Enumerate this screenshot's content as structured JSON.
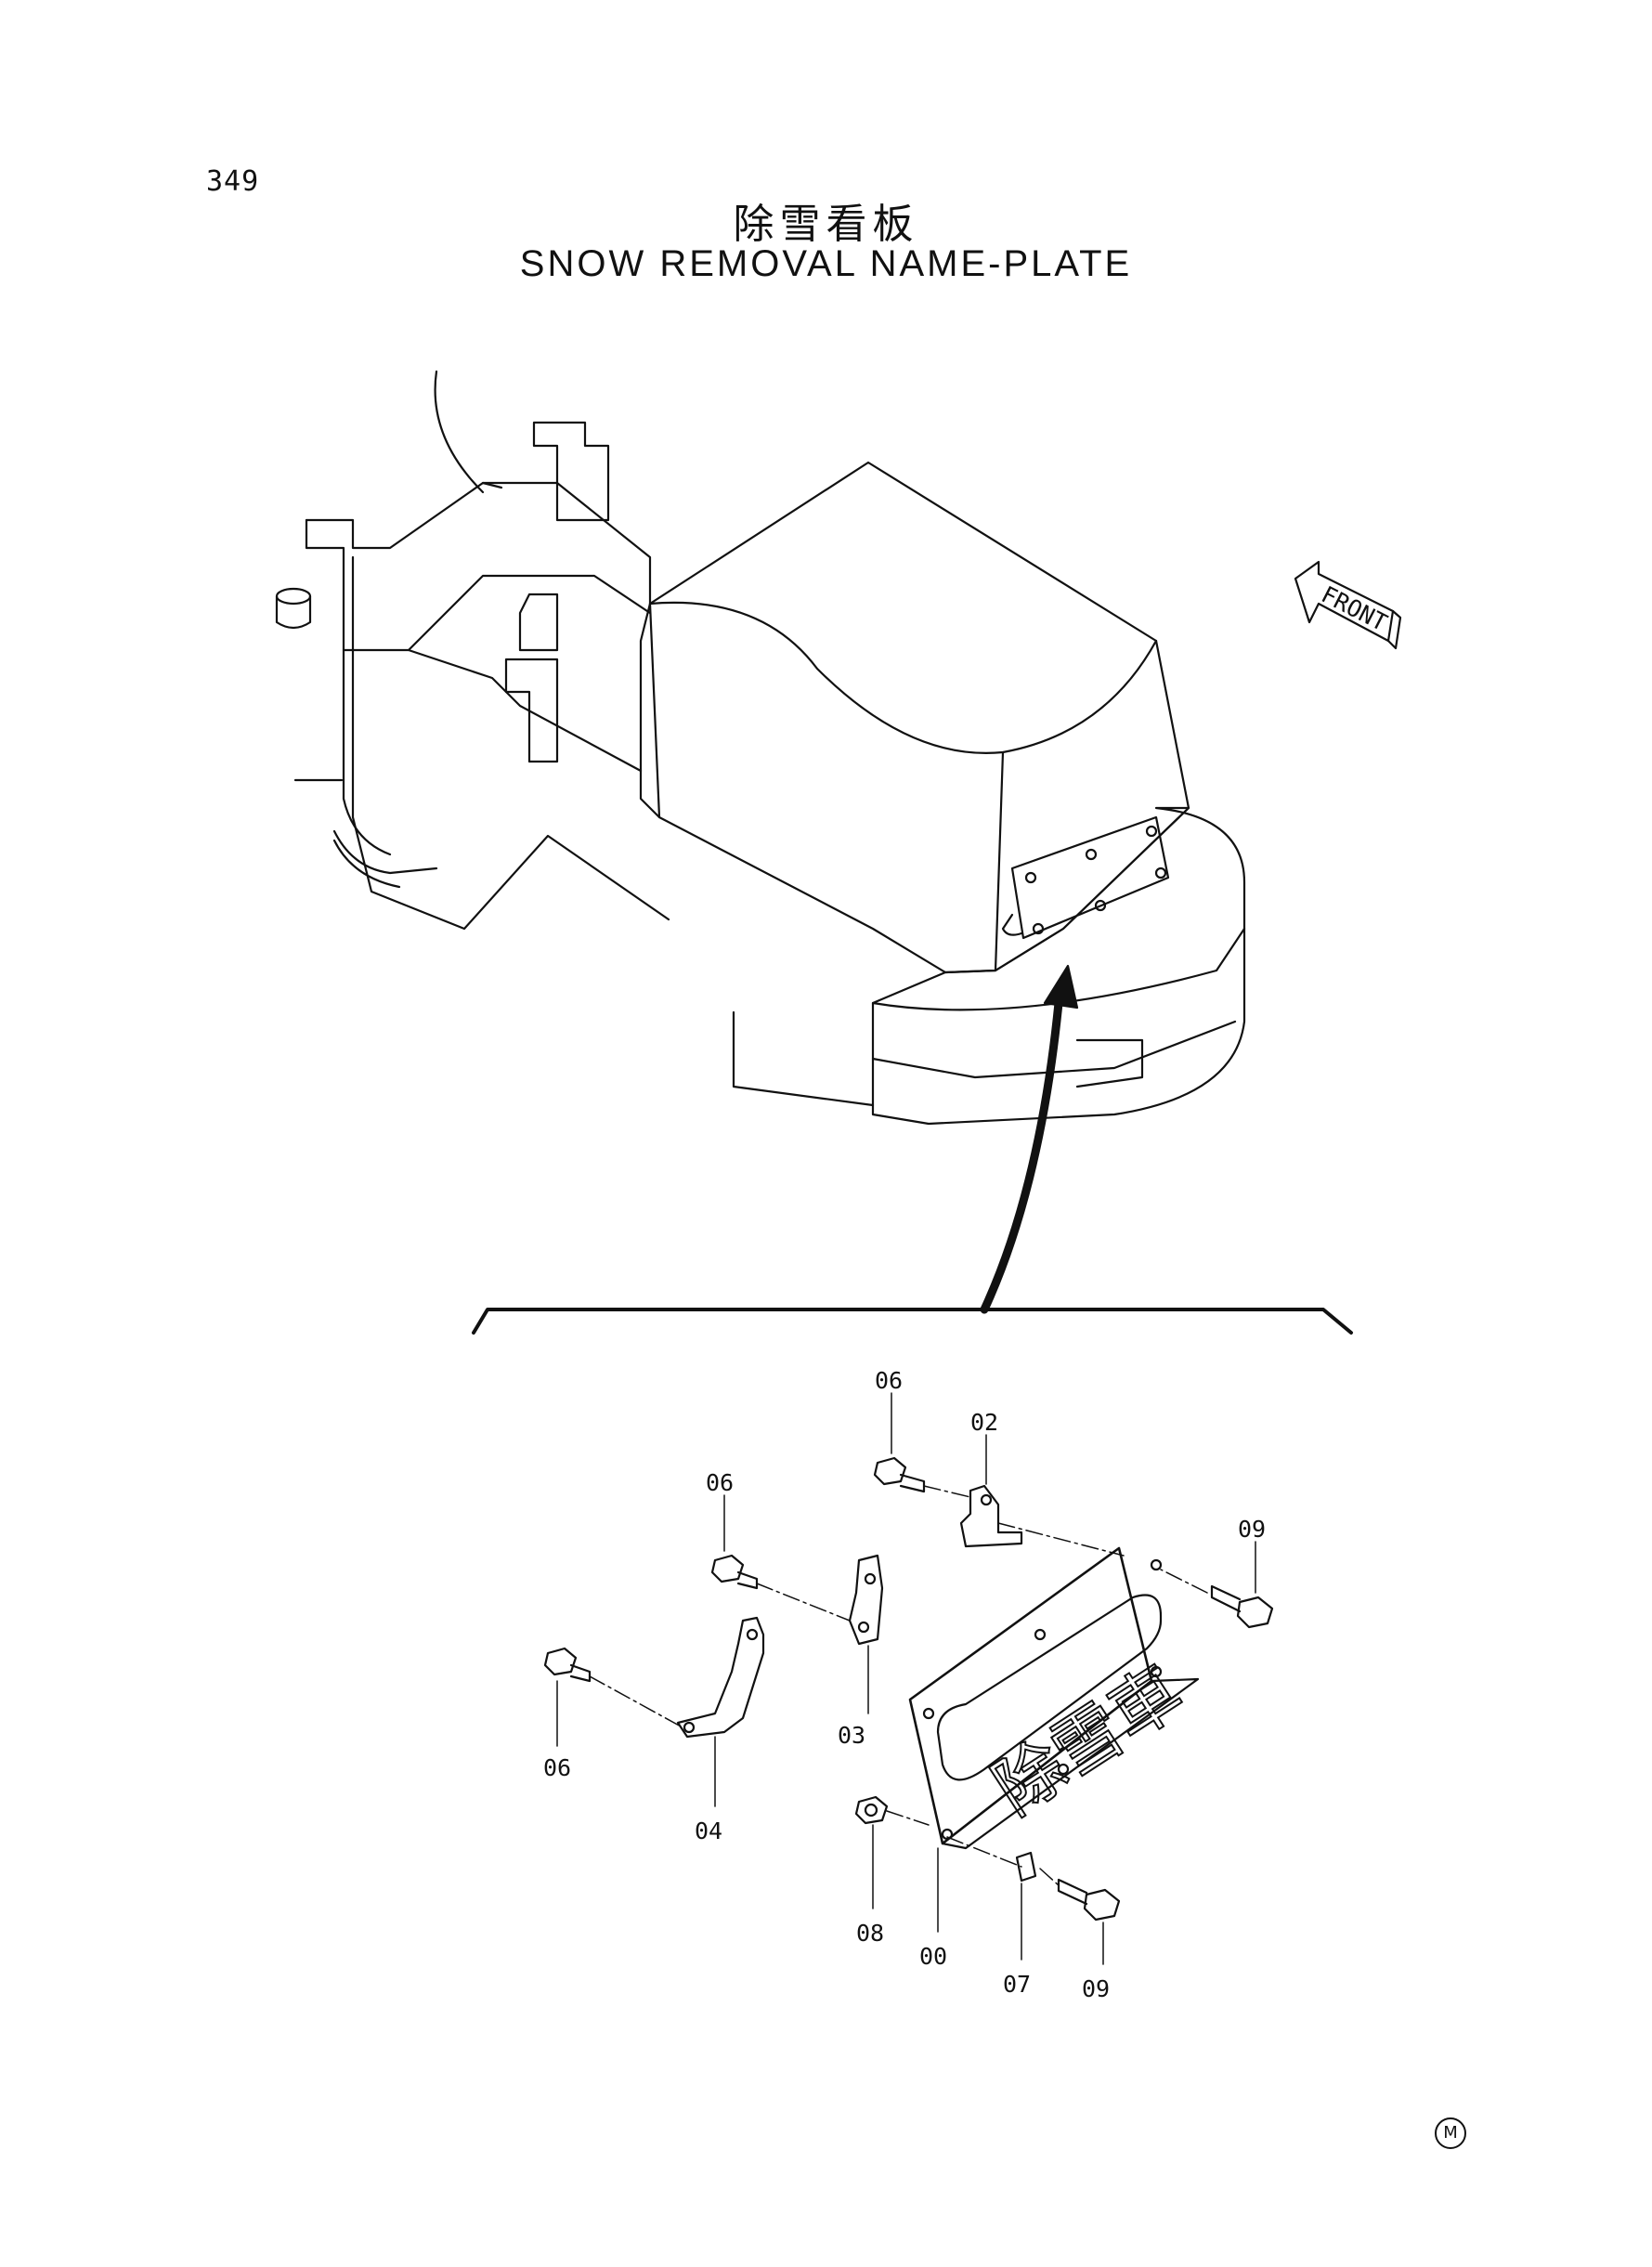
{
  "page_number": "349",
  "title_jp": "除雪看板",
  "title_en": "SNOW REMOVAL NAME-PLATE",
  "front_label": "FRONT",
  "plate_text": "除雪車",
  "mark": "M",
  "part_labels": {
    "p00": "00",
    "p02": "02",
    "p03": "03",
    "p04": "04",
    "p06_a": "06",
    "p06_b": "06",
    "p06_c": "06",
    "p07": "07",
    "p08": "08",
    "p09_a": "09",
    "p09_b": "09"
  }
}
